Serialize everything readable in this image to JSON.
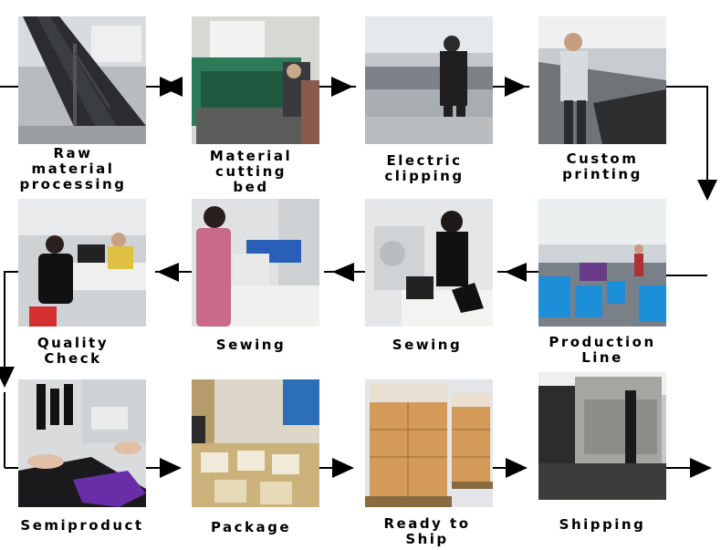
{
  "steps": [
    {
      "id": "raw-material-processing",
      "label": "Raw\nmaterial\nprocessing"
    },
    {
      "id": "material-cutting-bed",
      "label": "Material\ncutting\nbed"
    },
    {
      "id": "electric-clipping",
      "label": "Electric\nclipping"
    },
    {
      "id": "custom-printing",
      "label": "Custom\nprinting"
    },
    {
      "id": "quality-check",
      "label": "Quality\nCheck"
    },
    {
      "id": "sewing-1",
      "label": "Sewing"
    },
    {
      "id": "sewing-2",
      "label": "Sewing"
    },
    {
      "id": "production-line",
      "label": "Production\nLine"
    },
    {
      "id": "semiproduct",
      "label": "Semiproduct"
    },
    {
      "id": "package",
      "label": "Package"
    },
    {
      "id": "ready-to-ship",
      "label": "Ready to\nShip"
    },
    {
      "id": "shipping",
      "label": "Shipping"
    }
  ],
  "colors": {
    "line": "#000000",
    "label": "#000000",
    "background": "#ffffff"
  }
}
